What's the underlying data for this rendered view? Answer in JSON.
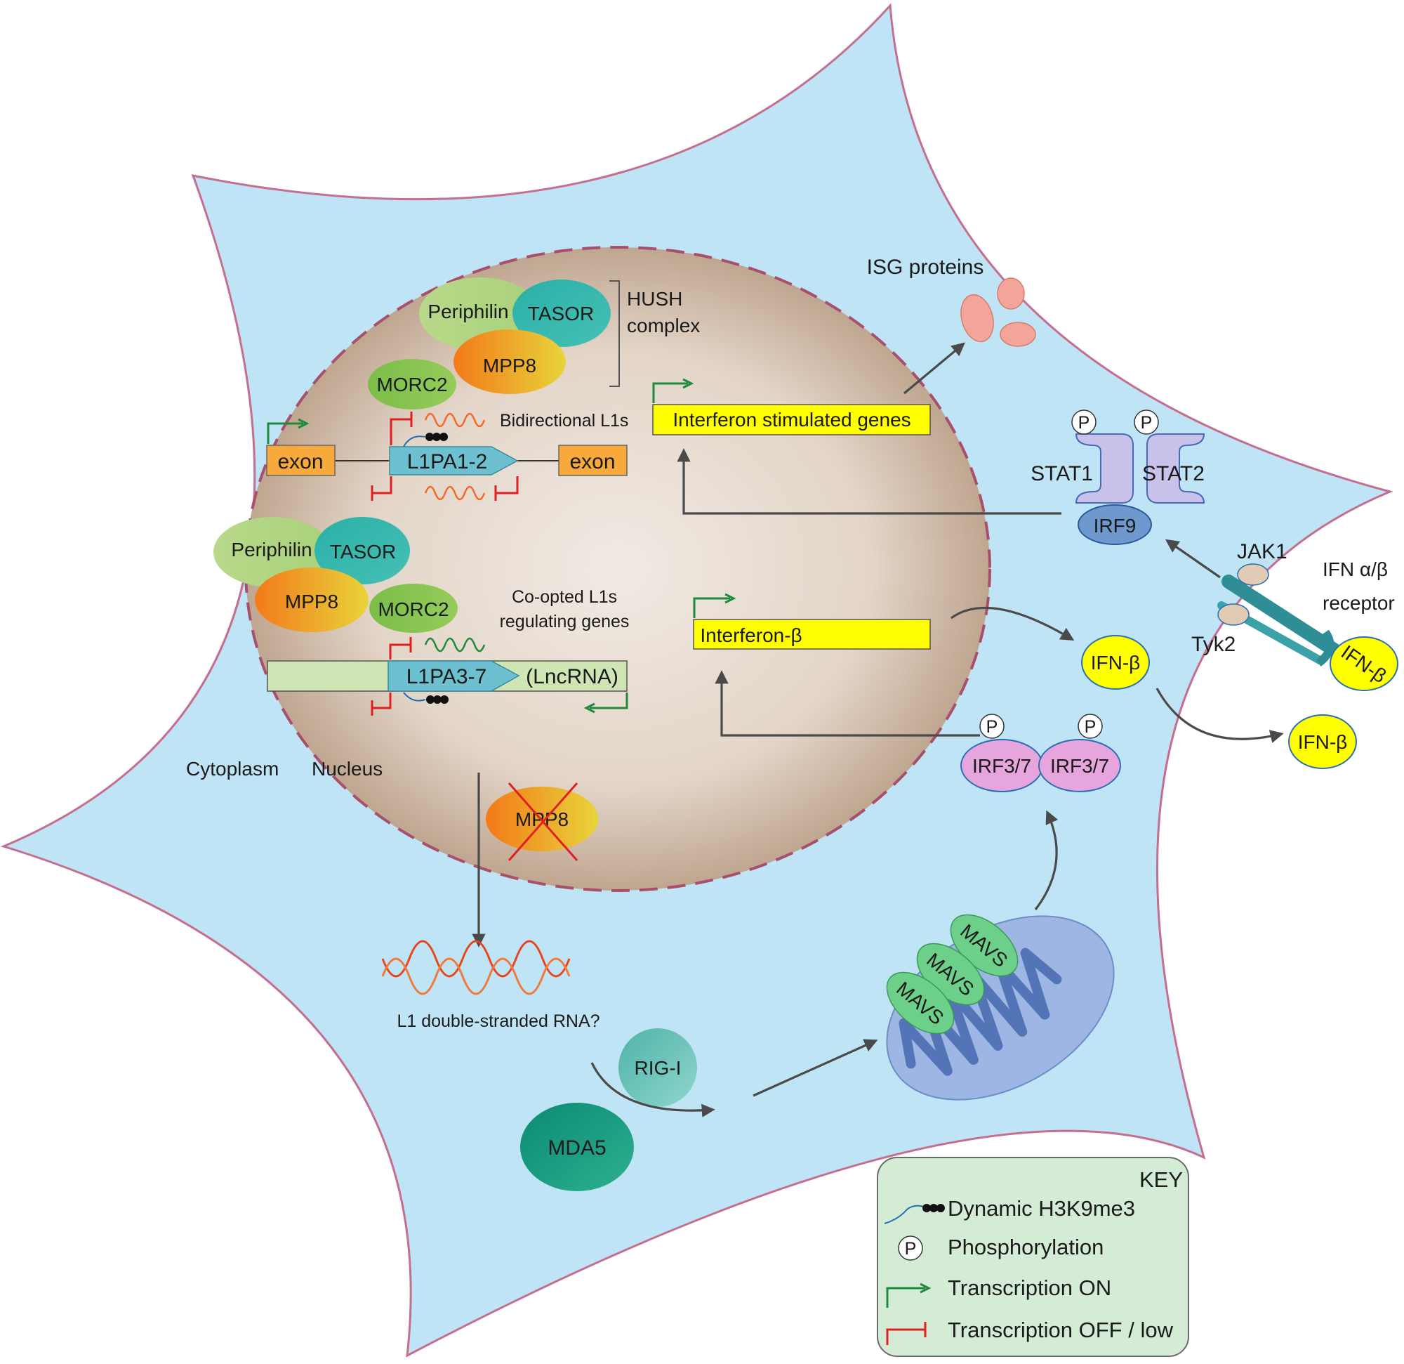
{
  "hush": {
    "periphilin": "Periphilin",
    "tasor": "TASOR",
    "mpp8": "MPP8",
    "morc2": "MORC2",
    "bracket_line1": "HUSH",
    "bracket_line2": "complex"
  },
  "genes": {
    "exon_left": "exon",
    "exon_right": "exon",
    "l1pa12": "L1PA1-2",
    "bidirectional": "Bidirectional L1s",
    "coopted_line1": "Co-opted L1s",
    "coopted_line2": "regulating genes",
    "l1pa37": "L1PA3-7",
    "lncrna": "(LncRNA)",
    "isg_box": "Interferon stimulated genes",
    "ifnb_box": "Interferon-β",
    "isg_proteins": "ISG proteins"
  },
  "compartments": {
    "cytoplasm": "Cytoplasm",
    "nucleus": "Nucleus"
  },
  "mpp8_knockout": "MPP8",
  "signaling": {
    "dsrna": "L1 double-stranded RNA?",
    "rigi": "RIG-I",
    "mda5": "MDA5",
    "mavs": [
      "MAVS",
      "MAVS",
      "MAVS"
    ],
    "irf37": [
      "IRF3/7",
      "IRF3/7"
    ],
    "p": "P",
    "stat1": "STAT1",
    "stat2": "STAT2",
    "irf9": "IRF9",
    "jak1": "JAK1",
    "tyk2": "Tyk2",
    "receptor_line1": "IFN α/β",
    "receptor_line2": "receptor",
    "ifnb_inner": "IFN-β",
    "ifnb_outer": "IFN-β",
    "ifnb_bound": "IFN-β"
  },
  "key": {
    "title": "KEY",
    "items": [
      "Dynamic H3K9me3",
      "Phosphorylation",
      "Transcription ON",
      "Transcription OFF / low"
    ],
    "p": "P"
  },
  "colors": {
    "cell_fill": "#bfe4f5",
    "cell_border": "#c56e8f",
    "nucleus_border": "#a84f6c",
    "gene_yellow": "#ffff00",
    "exon_orange": "#f7a93b",
    "l1_teal": "#6cc0cf",
    "key_fill": "#d4ecd6"
  }
}
